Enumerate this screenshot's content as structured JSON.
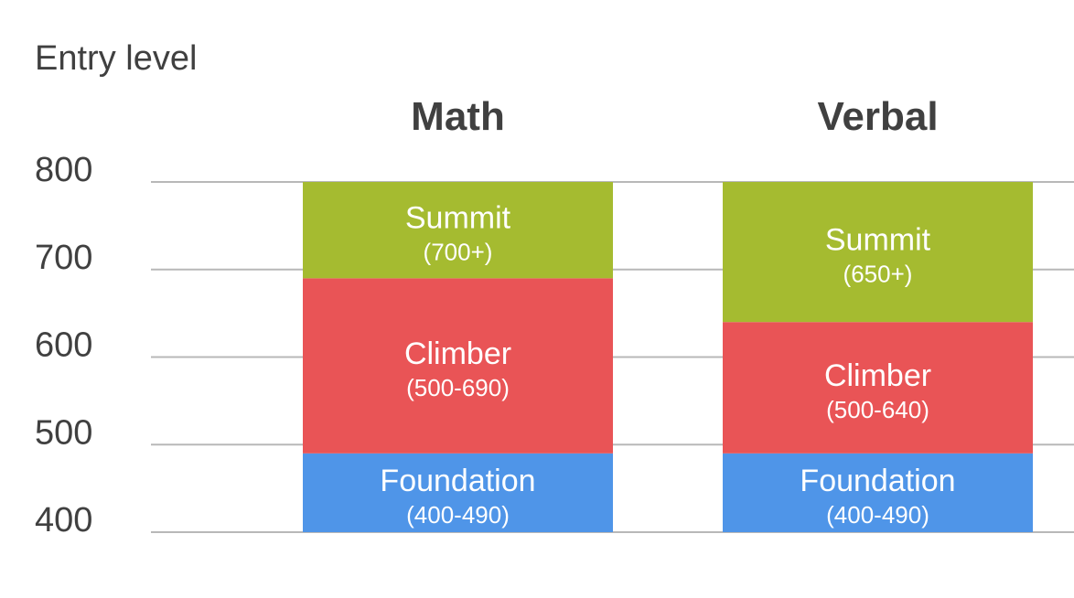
{
  "chart_data": {
    "type": "bar",
    "stacked": true,
    "ylabel": "Entry level",
    "ylim": [
      400,
      800
    ],
    "yticks": [
      400,
      500,
      600,
      700,
      800
    ],
    "grid": true,
    "categories": [
      "Math",
      "Verbal"
    ],
    "bars": [
      {
        "category": "Math",
        "segments": [
          {
            "name": "Foundation",
            "range": "(400-490)",
            "from": 400,
            "to": 490,
            "color": "#4f95e8"
          },
          {
            "name": "Climber",
            "range": "(500-690)",
            "from": 490,
            "to": 690,
            "color": "#e95456"
          },
          {
            "name": "Summit",
            "range": "(700+)",
            "from": 690,
            "to": 800,
            "color": "#a5bb30"
          }
        ]
      },
      {
        "category": "Verbal",
        "segments": [
          {
            "name": "Foundation",
            "range": "(400-490)",
            "from": 400,
            "to": 490,
            "color": "#4f95e8"
          },
          {
            "name": "Climber",
            "range": "(500-640)",
            "from": 490,
            "to": 640,
            "color": "#e95456"
          },
          {
            "name": "Summit",
            "range": "(650+)",
            "from": 640,
            "to": 800,
            "color": "#a5bb30"
          }
        ]
      }
    ]
  }
}
